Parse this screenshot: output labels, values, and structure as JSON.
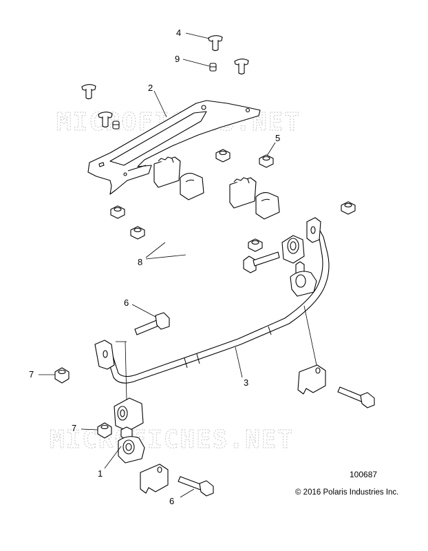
{
  "watermark_text": "MICROFICHES.NET",
  "callouts": {
    "c4": "4",
    "c9": "9",
    "c2": "2",
    "c5": "5",
    "c8": "8",
    "c6a": "6",
    "c7a": "7",
    "c3": "3",
    "c7b": "7",
    "c1": "1",
    "c6b": "6"
  },
  "figure_number": "100687",
  "copyright": "© 2016 Polaris Industries Inc."
}
